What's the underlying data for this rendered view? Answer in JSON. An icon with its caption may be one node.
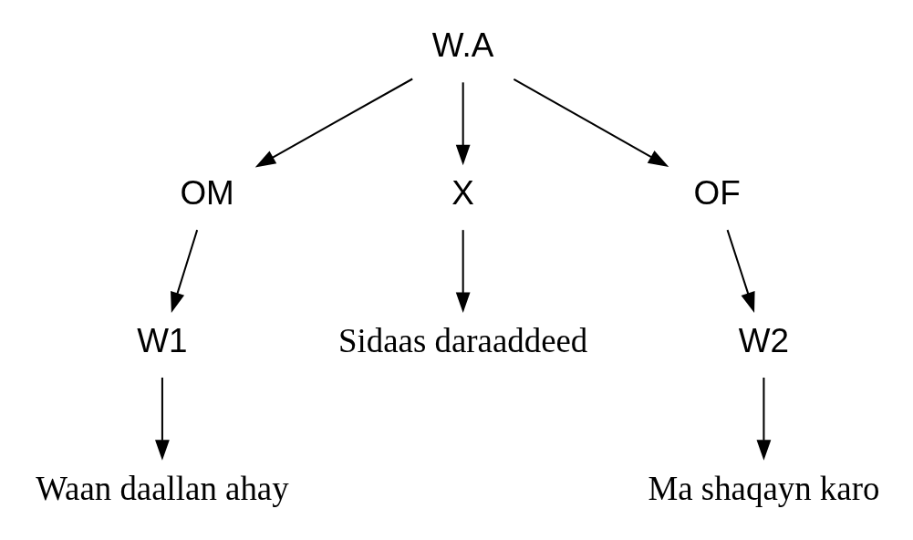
{
  "diagram": {
    "nodes": [
      {
        "text": [
          "W.A"
        ]
      },
      {
        "text": [
          "OM"
        ]
      },
      {
        "text": [
          "OF"
        ]
      },
      {
        "text": [
          "W1"
        ]
      },
      {
        "text": [
          "X"
        ]
      },
      {
        "text": [
          "W2"
        ]
      },
      {
        "text": [
          "Waan daallan ahay"
        ]
      },
      {
        "text": [
          "Sidaas daraaddeed"
        ]
      },
      {
        "text": [
          "Ma shaqayn karo"
        ]
      }
    ],
    "edges": [
      {
        "from": 0,
        "to": 1,
        "arrow": "to"
      },
      {
        "from": 0,
        "to": 4,
        "arrow": "to"
      },
      {
        "from": 0,
        "to": 2,
        "arrow": "to"
      },
      {
        "from": 1,
        "to": 3,
        "arrow": "to"
      },
      {
        "from": 2,
        "to": 5,
        "arrow": "to"
      },
      {
        "from": 3,
        "to": 6,
        "arrow": "to"
      },
      {
        "from": 4,
        "to": 7,
        "arrow": "to"
      },
      {
        "from": 5,
        "to": 8,
        "arrow": "to"
      }
    ]
  }
}
